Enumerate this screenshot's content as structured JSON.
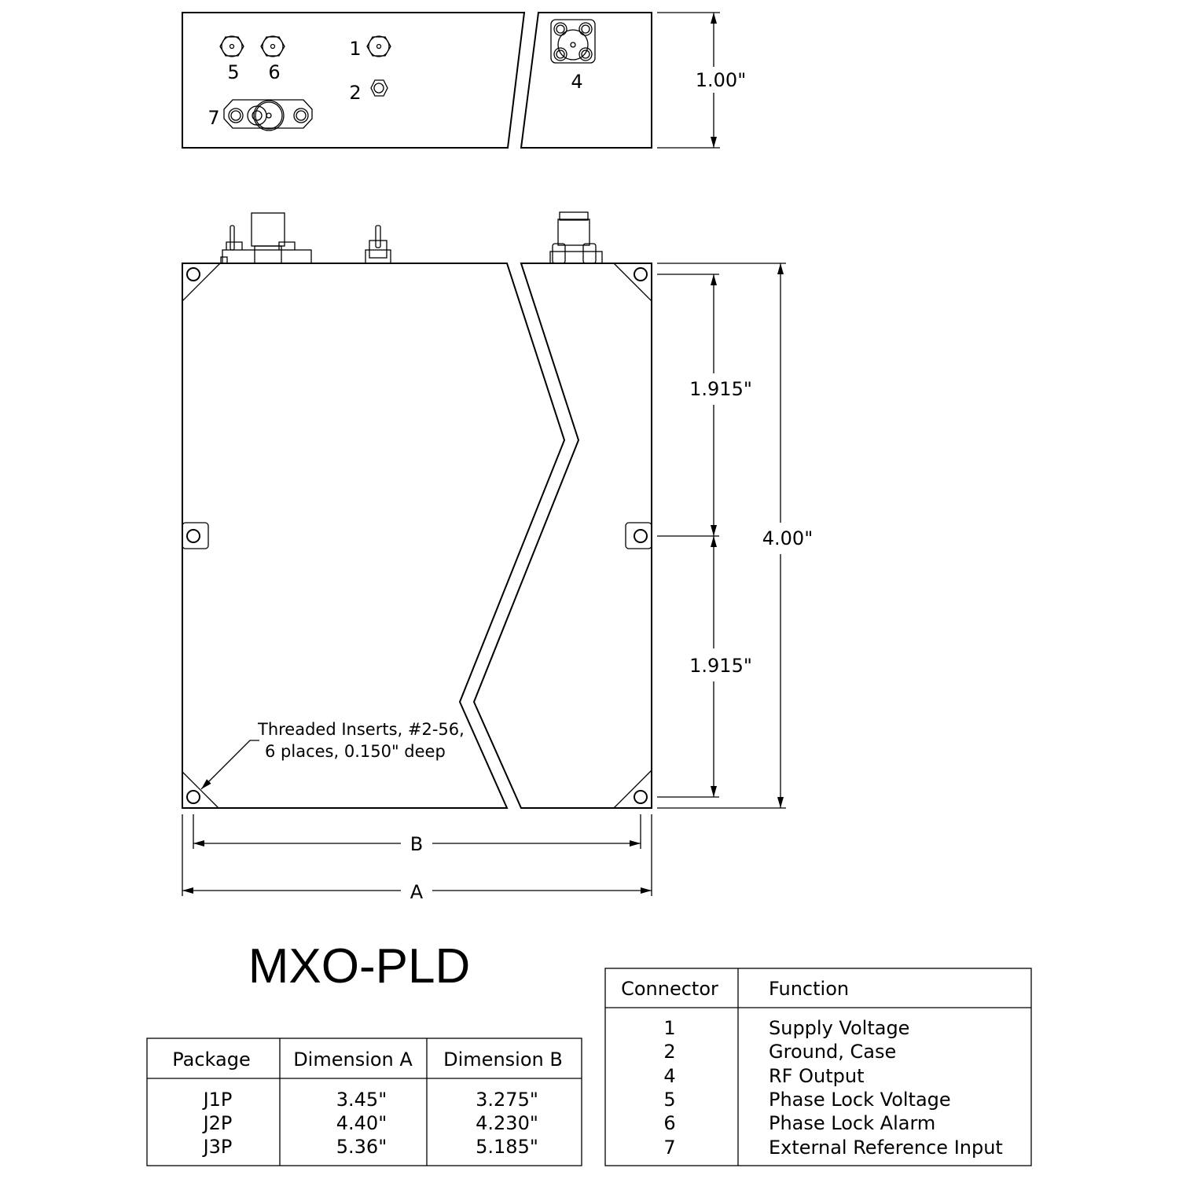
{
  "title": "MXO-PLD",
  "top_view": {
    "labels": [
      "1",
      "2",
      "4",
      "5",
      "6",
      "7"
    ]
  },
  "dimensions": {
    "height_top": "1.00\"",
    "upper": "1.915\"",
    "lower": "1.915\"",
    "total": "4.00\"",
    "b": "B",
    "a": "A"
  },
  "note": {
    "line1": "Threaded Inserts, #2-56,",
    "line2": "6 places, 0.150\" deep"
  },
  "package_table": {
    "headers": [
      "Package",
      "Dimension A",
      "Dimension B"
    ],
    "rows": [
      [
        "J1P",
        "3.45\"",
        "3.275\""
      ],
      [
        "J2P",
        "4.40\"",
        "4.230\""
      ],
      [
        "J3P",
        "5.36\"",
        "5.185\""
      ]
    ]
  },
  "connector_table": {
    "headers": [
      "Connector",
      "Function"
    ],
    "rows": [
      [
        "1",
        "Supply Voltage"
      ],
      [
        "2",
        "Ground, Case"
      ],
      [
        "4",
        "RF Output"
      ],
      [
        "5",
        "Phase Lock Voltage"
      ],
      [
        "6",
        "Phase Lock Alarm"
      ],
      [
        "7",
        "External Reference Input"
      ]
    ]
  }
}
